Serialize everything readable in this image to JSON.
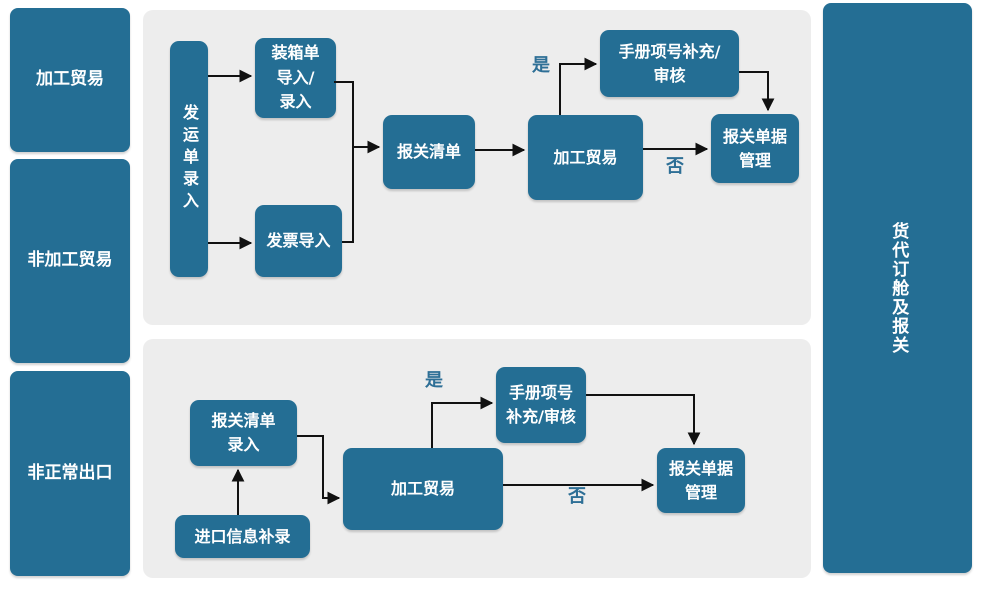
{
  "colors": {
    "node_fill": "#246e94",
    "panel_bg": "#ededed",
    "node_text": "#ffffff",
    "branch_label_text": "#2e6f96",
    "connector": "#111111",
    "page_bg": "#ffffff"
  },
  "left_column": {
    "items": [
      {
        "label": "加工贸易"
      },
      {
        "label": "非加工贸易"
      },
      {
        "label": "非正常出口"
      }
    ]
  },
  "right_box": {
    "label": "货代订舱及报关"
  },
  "top_flow": {
    "shipping_entry": {
      "label": "发运单录入"
    },
    "packing_list": {
      "lines": [
        "装箱单",
        "导入/",
        "录入"
      ]
    },
    "invoice_import": {
      "label": "发票导入"
    },
    "declaration_list": {
      "label": "报关清单"
    },
    "processing_trade": {
      "label": "加工贸易"
    },
    "manual_item": {
      "lines": [
        "手册项号补充/",
        "审核"
      ]
    },
    "declaration_docs": {
      "lines": [
        "报关单据",
        "管理"
      ]
    },
    "yes_label": "是",
    "no_label": "否"
  },
  "bottom_flow": {
    "declaration_entry": {
      "lines": [
        "报关清单",
        "录入"
      ]
    },
    "import_supplement": {
      "label": "进口信息补录"
    },
    "processing_trade": {
      "label": "加工贸易"
    },
    "manual_item": {
      "lines": [
        "手册项号",
        "补充/审核"
      ]
    },
    "declaration_docs": {
      "lines": [
        "报关单据",
        "管理"
      ]
    },
    "yes_label": "是",
    "no_label": "否"
  }
}
